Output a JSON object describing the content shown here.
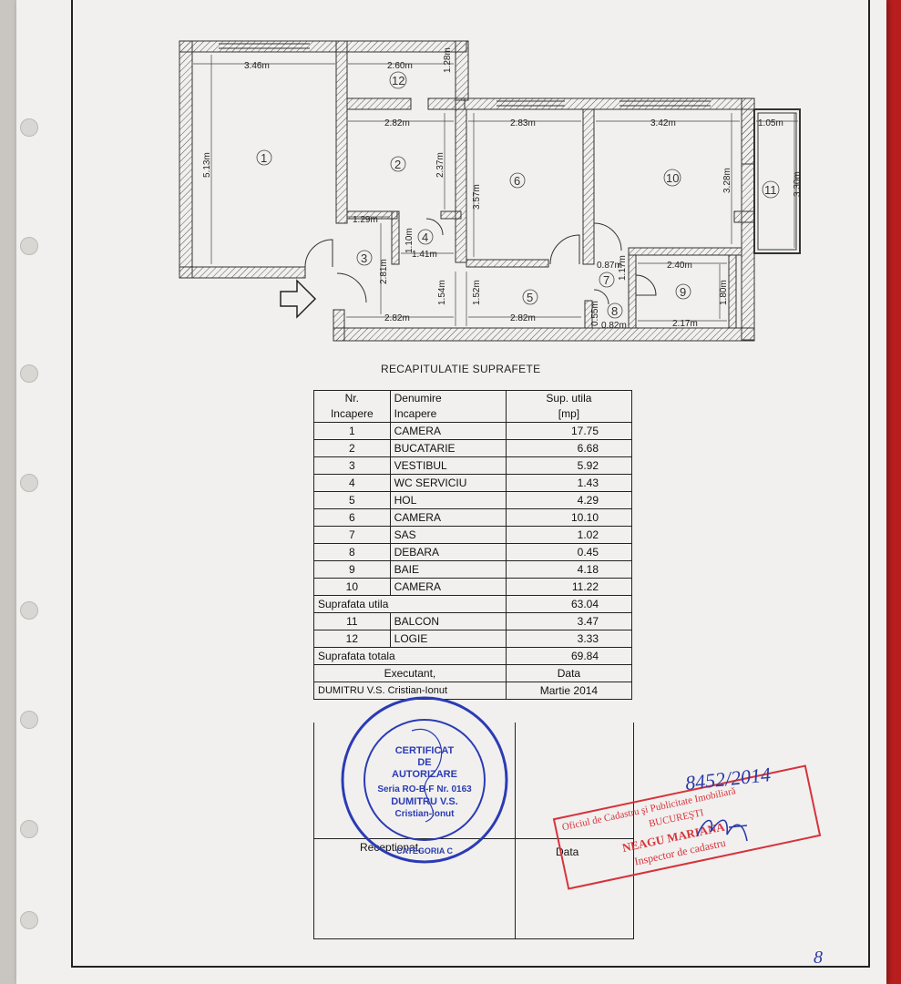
{
  "plan": {
    "dims": {
      "r1_width": "3.46m",
      "r12_width": "2.60m",
      "r12_height": "1.28m",
      "r1_height": "5.13m",
      "r2_width": "2.82m",
      "r2_height": "2.37m",
      "r6_width": "2.83m",
      "r6_height": "3.57m",
      "r10_width": "3.42m",
      "r10_height": "3.28m",
      "r11_width": "1.05m",
      "r11_height": "3.30m",
      "r3_a": "1.29m",
      "r4_h": "1.10m",
      "r4_w": "1.41m",
      "r3_h": "2.81m",
      "r7_w": "0.87m",
      "r7_h": "1.17m",
      "r9_w": "2.40m",
      "r9_h": "1.80m",
      "r5_h1": "1.54m",
      "r5_h2": "1.52m",
      "r3_w": "2.82m",
      "r5_w": "2.82m",
      "r8_h": "0.55m",
      "r8_w": "0.82m",
      "r9_w2": "2.17m"
    },
    "room_numbers": [
      "1",
      "2",
      "3",
      "4",
      "5",
      "6",
      "7",
      "8",
      "9",
      "10",
      "11",
      "12"
    ]
  },
  "recap": {
    "title": "RECAPITULATIE  SUPRAFETE",
    "header": {
      "col1": "Nr.\nIncapere",
      "col2": "Denumire\nIncapere",
      "col3": "Sup. utila\n[mp]"
    },
    "rooms": [
      {
        "nr": "1",
        "name": "CAMERA",
        "area": "17.75"
      },
      {
        "nr": "2",
        "name": "BUCATARIE",
        "area": "6.68"
      },
      {
        "nr": "3",
        "name": "VESTIBUL",
        "area": "5.92"
      },
      {
        "nr": "4",
        "name": "WC SERVICIU",
        "area": "1.43"
      },
      {
        "nr": "5",
        "name": "HOL",
        "area": "4.29"
      },
      {
        "nr": "6",
        "name": "CAMERA",
        "area": "10.10"
      },
      {
        "nr": "7",
        "name": "SAS",
        "area": "1.02"
      },
      {
        "nr": "8",
        "name": "DEBARA",
        "area": "0.45"
      },
      {
        "nr": "9",
        "name": "BAIE",
        "area": "4.18"
      },
      {
        "nr": "10",
        "name": "CAMERA",
        "area": "11.22"
      }
    ],
    "util_label": "Suprafata utila",
    "util_value": "63.04",
    "extras": [
      {
        "nr": "11",
        "name": "BALCON",
        "area": "3.47"
      },
      {
        "nr": "12",
        "name": "LOGIE",
        "area": "3.33"
      }
    ],
    "total_label": "Suprafata totala",
    "total_value": "69.84",
    "executant_label": "Executant,",
    "data_label": "Data",
    "executant_name": "DUMITRU V.S. Cristian-Ionut",
    "date": "Martie 2014",
    "receptionat_label": "Receptionat,",
    "data_label2": "Data"
  },
  "stamp": {
    "line1": "CERTIFICAT",
    "line2": "DE",
    "line3": "AUTORIZARE",
    "line4": "Seria RO-B-F Nr. 0163",
    "line5": "DUMITRU V.S.",
    "line6": "Cristian-Ionut",
    "categoria": "CATEGORIA C"
  },
  "red_stamp": {
    "line1": "Oficiul de Cadastru şi Publicitate Imobiliară",
    "line2": "BUCUREŞTI",
    "line3": "NEAGU MARIANA",
    "line4": "Inspector de cadastru"
  },
  "handwritten": {
    "reg_no": "8452/2014",
    "page_no": "8"
  },
  "colors": {
    "stamp_blue": "#2b3bb5",
    "stamp_red": "#d6333c"
  }
}
